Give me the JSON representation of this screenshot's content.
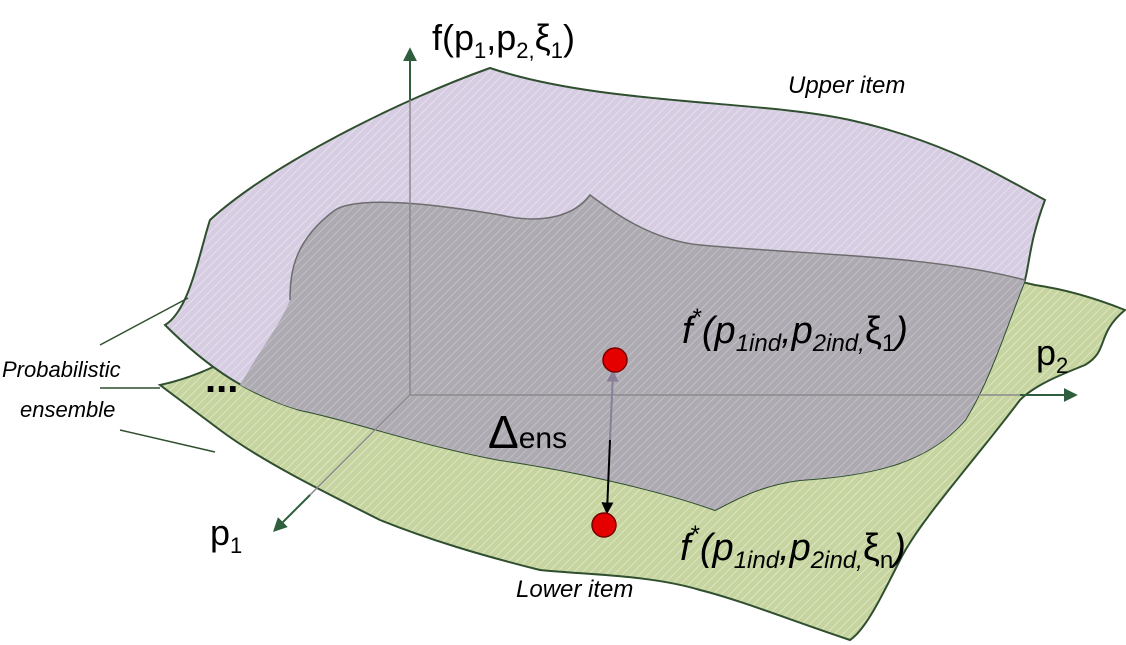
{
  "axes": {
    "vertical": {
      "label_prefix": "f(p",
      "sub1": "1",
      "sep1": ",p",
      "sub2": "2,",
      "xi": "ξ",
      "sub3": "1",
      "close": ")"
    },
    "p1": {
      "label": "p",
      "sub": "1"
    },
    "p2": {
      "label": "p",
      "sub": "2"
    }
  },
  "labels": {
    "upper_item": "Upper item",
    "lower_item": "Lower item",
    "ensemble_line1": "Probabilistic",
    "ensemble_line2": "ensemble",
    "dots": "...",
    "delta": "Δ",
    "delta_sub": "ens"
  },
  "formulas": {
    "upper": {
      "f": "f",
      "star": "*",
      "open": "(p",
      "s1": "1ind",
      "sep": ",p",
      "s2": "2ind,",
      "xi": "ξ",
      "s3": "1",
      "close": ")"
    },
    "lower": {
      "f": "f",
      "star": "*",
      "open": "(p",
      "s1": "1ind",
      "sep": ",p",
      "s2": "2ind,",
      "xi": "ξ",
      "s3": "n",
      "close": ")"
    }
  },
  "colors": {
    "upper_surface": "#d7cde3",
    "lower_surface": "#c6d49f",
    "overlap": "#b0acb4",
    "outline": "#2f4f2f",
    "axis_arrow": "#2e5e3e",
    "point": "#e50000"
  }
}
